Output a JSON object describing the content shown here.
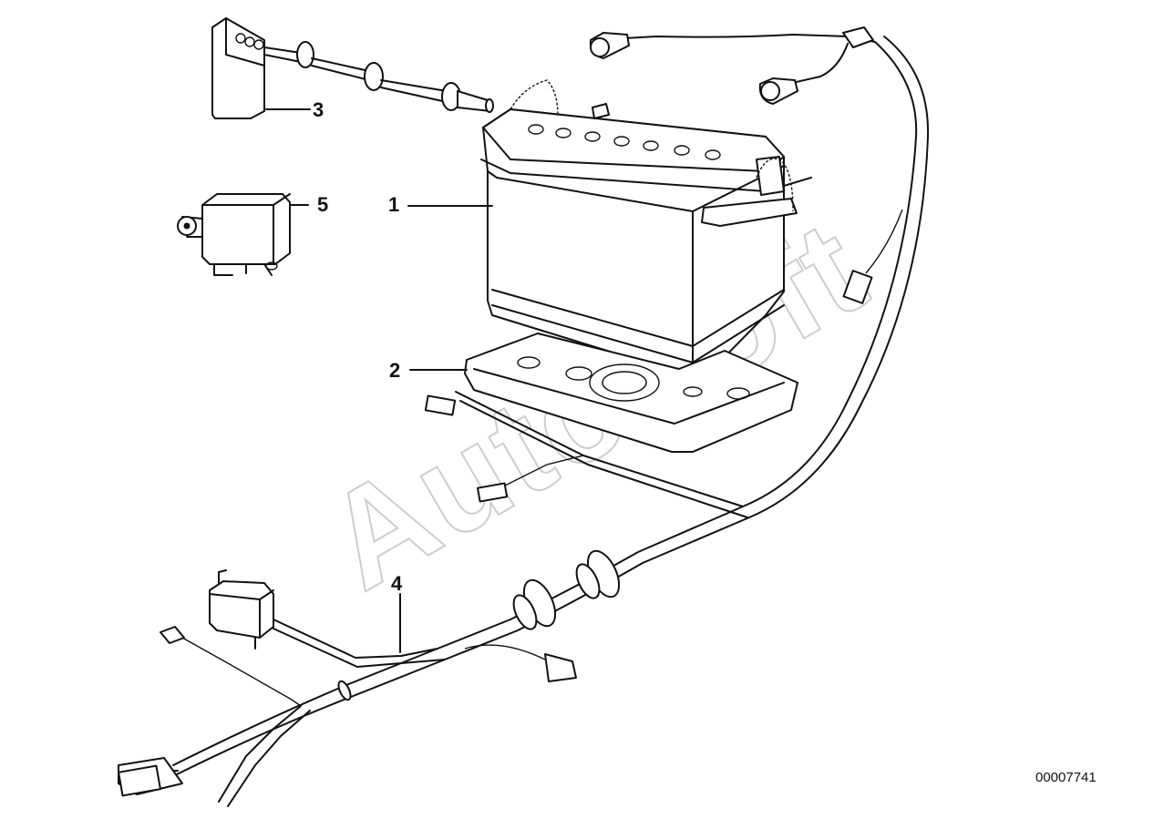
{
  "watermark": "AutoSoft",
  "document_number": "00007741",
  "callouts": [
    {
      "id": "1",
      "label": "1"
    },
    {
      "id": "2",
      "label": "2"
    },
    {
      "id": "3",
      "label": "3"
    },
    {
      "id": "4",
      "label": "4"
    },
    {
      "id": "5",
      "label": "5"
    }
  ]
}
